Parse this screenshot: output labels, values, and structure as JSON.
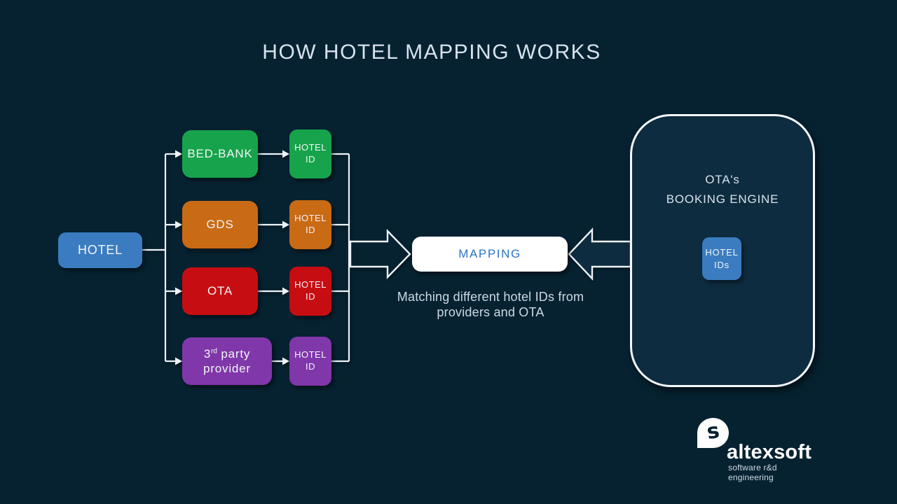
{
  "title": "HOW HOTEL MAPPING WORKS",
  "colors": {
    "background": "#062231",
    "panel_fill": "#0e2c3f",
    "blue": "#3b7cc0",
    "green": "#17a34b",
    "orange": "#c96a15",
    "red": "#c60d12",
    "purple": "#8037a9",
    "line_white": "#eef3f7",
    "mapping_text_blue": "#2e74c4"
  },
  "hotel": {
    "label": "HOTEL",
    "color": "#3b7cc0"
  },
  "providers": [
    {
      "label": "BED-BANK",
      "color": "#17a34b",
      "id_label": "HOTEL\nID"
    },
    {
      "label": "GDS",
      "color": "#c96a15",
      "id_label": "HOTEL\nID"
    },
    {
      "label": "OTA",
      "color": "#c60d12",
      "id_label": "HOTEL\nID"
    },
    {
      "label_prefix": "3",
      "label_sup": "rd",
      "label_rest": " party provider",
      "color": "#8037a9",
      "id_label": "HOTEL\nID"
    }
  ],
  "mapping": {
    "label": "MAPPING",
    "caption": "Matching different hotel IDs from\nproviders and OTA"
  },
  "booking_engine": {
    "title": "OTA's\nBOOKING ENGINE",
    "hotel_ids": {
      "label": "HOTEL\nIDs",
      "color": "#3b7cc0"
    }
  },
  "logo": {
    "mark": "s",
    "name": "altexsoft",
    "tagline": "software r&d engineering"
  }
}
